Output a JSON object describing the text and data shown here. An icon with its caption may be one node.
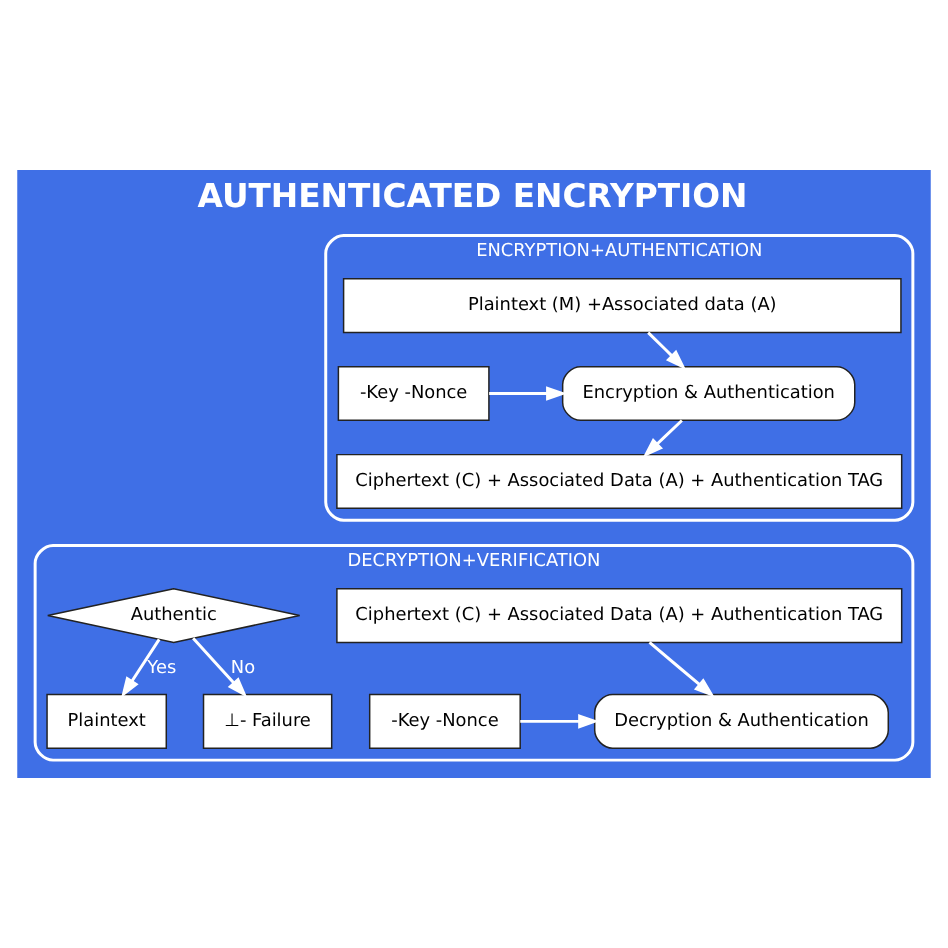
{
  "diagram": {
    "title": "AUTHENTICATED ENCRYPTION",
    "nodes": [
      {
        "text": [
          "ENCRYPTION+AUTHENTICATION"
        ]
      },
      {
        "text": [
          "Plaintext (M) +Associated data (A)"
        ],
        "in": 0
      },
      {
        "text": [
          "-Key -Nonce"
        ],
        "in": 0
      },
      {
        "text": [
          "Encryption & Authentication"
        ],
        "in": 0
      },
      {
        "text": [
          "Ciphertext (C) + Associated Data (A) + Authentication TAG"
        ],
        "in": 0
      },
      {
        "text": [
          "DECRYPTION+VERIFICATION"
        ]
      },
      {
        "text": [
          "Ciphertext (C) + Associated Data (A) + Authentication TAG"
        ],
        "in": 5
      },
      {
        "text": [
          "-Key -Nonce"
        ],
        "in": 5
      },
      {
        "text": [
          "Decryption & Authentication"
        ],
        "in": 5
      },
      {
        "text": [
          "Authentic"
        ],
        "in": 5
      },
      {
        "text": [
          "Plaintext"
        ],
        "in": 5
      },
      {
        "text": [
          "⊥- Failure"
        ],
        "in": 5
      }
    ],
    "edges": [
      {
        "from": 1,
        "to": 3,
        "arrow": "to"
      },
      {
        "from": 2,
        "to": 3,
        "arrow": "to"
      },
      {
        "from": 3,
        "to": 4,
        "arrow": "to"
      },
      {
        "from": 6,
        "to": 8,
        "arrow": "to"
      },
      {
        "from": 7,
        "to": 8,
        "arrow": "to"
      },
      {
        "from": 9,
        "to": 10,
        "label": "Yes",
        "arrow": "to"
      },
      {
        "from": 9,
        "to": 11,
        "label": "No",
        "arrow": "to"
      }
    ]
  }
}
